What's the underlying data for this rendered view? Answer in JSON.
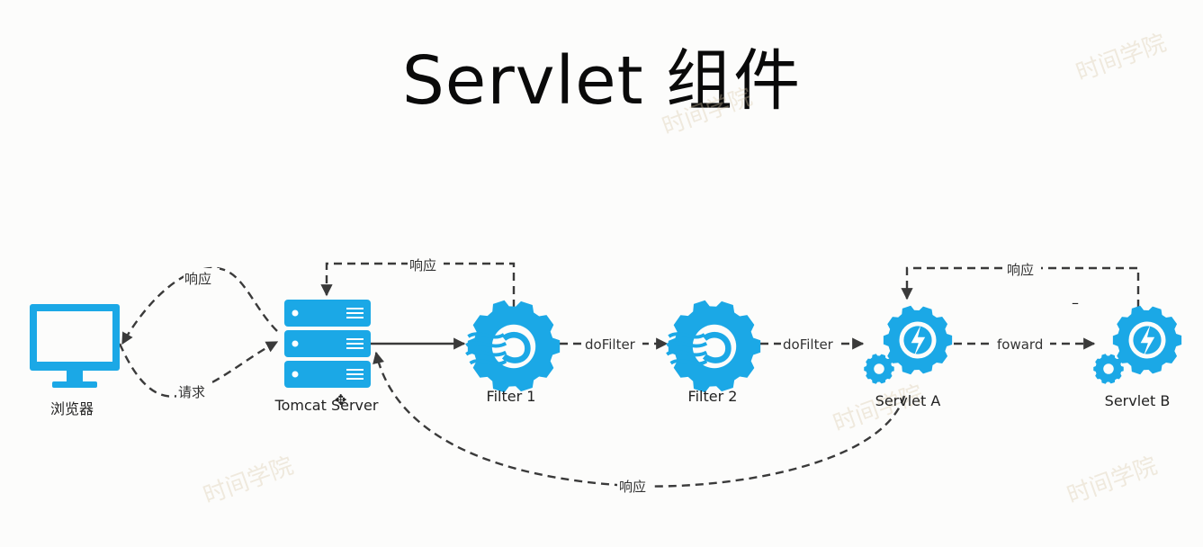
{
  "title": "Servlet 组件",
  "colors": {
    "accent": "#1ba8e6",
    "line": "#3a3a3a"
  },
  "nodes": {
    "browser": {
      "label": "浏览器",
      "icon": "monitor-icon"
    },
    "tomcat": {
      "label": "Tomcat Server",
      "icon": "server-icon"
    },
    "filter1": {
      "label": "Filter 1",
      "icon": "filter-gear-icon"
    },
    "filter2": {
      "label": "Filter 2",
      "icon": "filter-gear-icon"
    },
    "servletA": {
      "label": "Servlet A",
      "icon": "servlet-gear-icon"
    },
    "servletB": {
      "label": "Servlet B",
      "icon": "servlet-gear-icon"
    }
  },
  "edges": {
    "request": "请求",
    "response_browser": "响应",
    "response_filter1": "响应",
    "dofilter_1": "doFilter",
    "dofilter_2": "doFilter",
    "forward": "foward",
    "response_servletB": "响应",
    "response_servletA": "响应"
  },
  "stray_mark": "–"
}
